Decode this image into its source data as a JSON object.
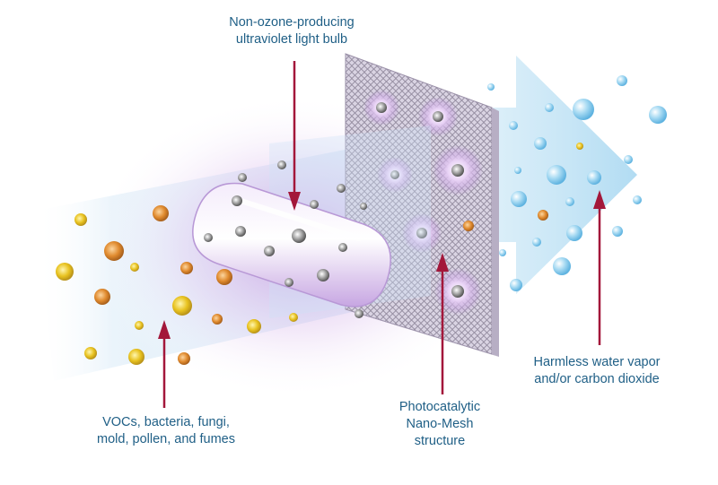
{
  "labels": {
    "bulb": [
      "Non-ozone-producing",
      "ultraviolet light bulb"
    ],
    "pollutants": [
      "VOCs, bacteria, fungi,",
      "mold, pollen, and fumes"
    ],
    "mesh": [
      "Photocatalytic",
      "Nano-Mesh",
      "structure"
    ],
    "output": [
      "Harmless water vapor",
      "and/or carbon dioxide"
    ]
  },
  "colors": {
    "label_text": "#1f5f86",
    "pointer_arrow": "#a3173a",
    "flow_arrow": "#bfe3f5",
    "uv_glow": "#b98ad6",
    "particle_yellow": "#e8c21f",
    "particle_orange": "#e08a2e",
    "particle_gray": "#8a8a8a",
    "water_droplet": "#7cc4ea"
  }
}
